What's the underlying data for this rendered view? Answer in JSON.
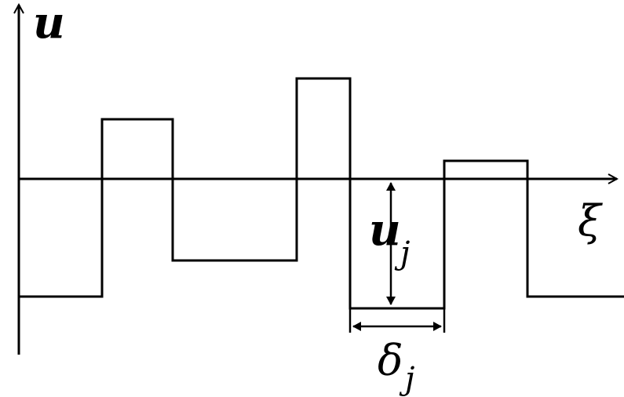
{
  "diagram": {
    "labels": {
      "y_axis": "u",
      "x_axis": "ξ",
      "height_main": "u",
      "height_sub": "j",
      "width_main": "δ",
      "width_sub": "j"
    },
    "colors": {
      "stroke": "#000000",
      "background": "#ffffff"
    }
  }
}
